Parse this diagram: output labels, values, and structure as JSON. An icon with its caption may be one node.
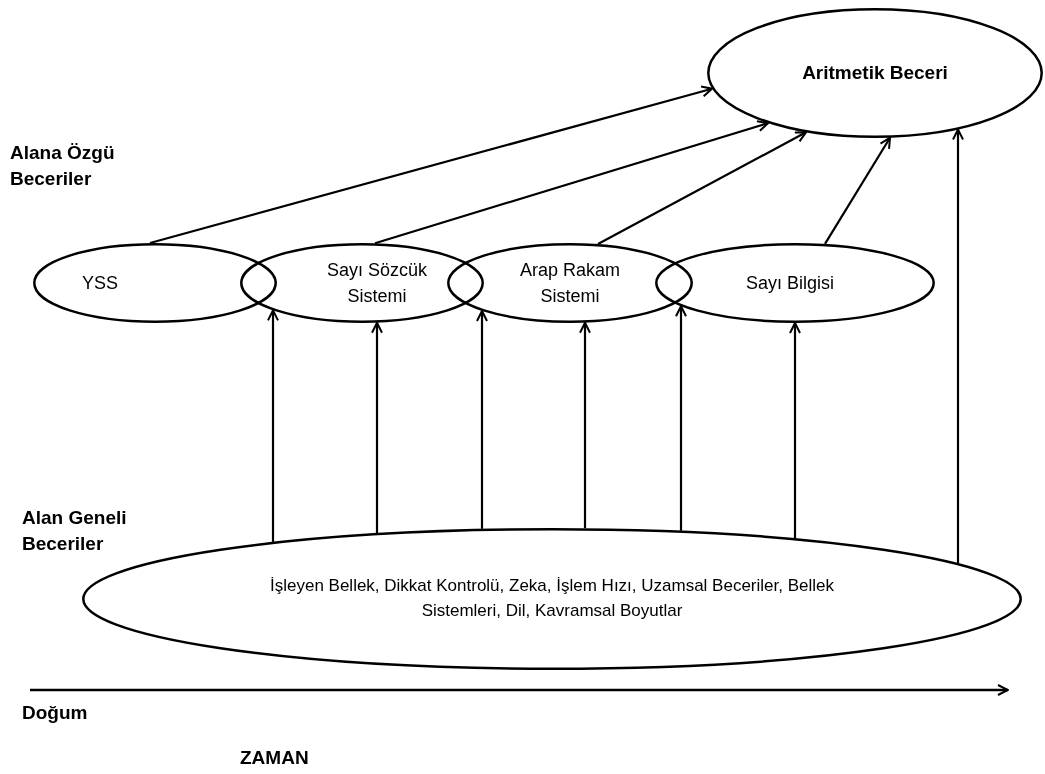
{
  "diagram": {
    "nodes": [
      {
        "text": [
          "Aritmetik Beceri"
        ]
      },
      {
        "text": [
          "YSS"
        ]
      },
      {
        "text": [
          "Sayı Sözcük Sistemi"
        ]
      },
      {
        "text": [
          "Arap Rakam Sistemi"
        ]
      },
      {
        "text": [
          "Sayı Bilgisi"
        ]
      },
      {
        "text": [
          "İşleyen Bellek, Dikkat Kontrolü, Zeka, İşlem Hızı, Uzamsal Beceriler, Bellek Sistemleri, Dil, Kavramsal Boyutlar"
        ]
      }
    ],
    "edges": [
      {
        "from": 1,
        "to": 0,
        "arrow": "to"
      },
      {
        "from": 2,
        "to": 0,
        "arrow": "to"
      },
      {
        "from": 3,
        "to": 0,
        "arrow": "to"
      },
      {
        "from": 4,
        "to": 0,
        "arrow": "to"
      },
      {
        "from": 5,
        "to": 0,
        "arrow": "to"
      },
      {
        "from": 5,
        "to": 2,
        "arrow": "to"
      },
      {
        "from": 5,
        "to": 2,
        "arrow": "to"
      },
      {
        "from": 5,
        "to": 3,
        "arrow": "to"
      },
      {
        "from": 5,
        "to": 3,
        "arrow": "to"
      },
      {
        "from": 5,
        "to": 4,
        "arrow": "to"
      },
      {
        "from": 5,
        "to": 4,
        "arrow": "to"
      }
    ],
    "labels": [
      "Alana Özgü Beceriler",
      "Alan Geneli Beceriler",
      "Doğum",
      "ZAMAN"
    ]
  }
}
